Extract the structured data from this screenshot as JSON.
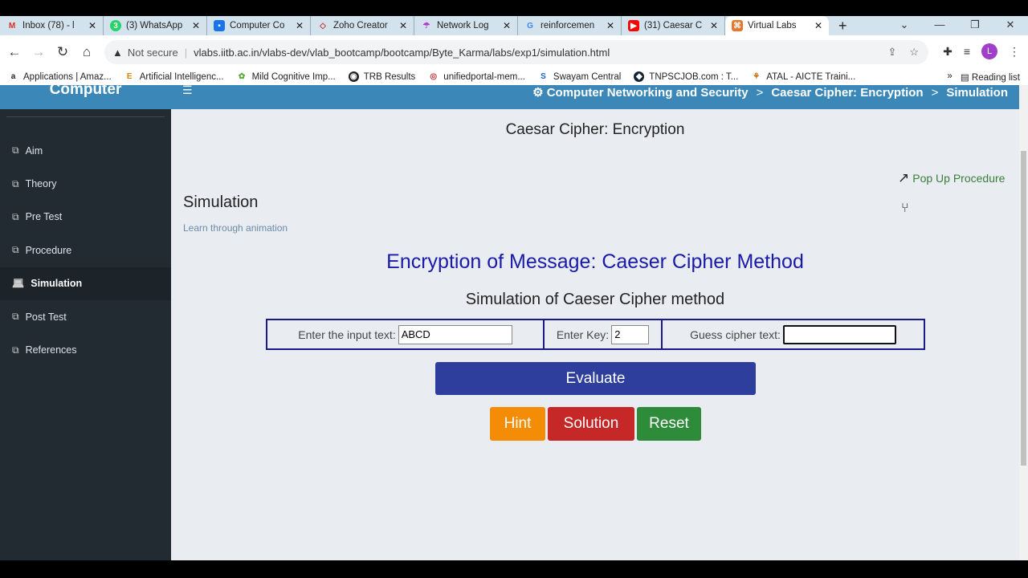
{
  "browser": {
    "tabs": [
      {
        "label": "Inbox (78) - l",
        "icon": "gmail-icon",
        "color": "#ffffff"
      },
      {
        "label": "(3) WhatsApp",
        "icon": "whatsapp-icon",
        "color": "#25d366"
      },
      {
        "label": "Computer Co",
        "icon": "classroom-icon",
        "color": "#1a73e8"
      },
      {
        "label": "Zoho Creator",
        "icon": "zoho-icon",
        "color": "#ffffff"
      },
      {
        "label": "Network Log",
        "icon": "umbrella-icon",
        "color": "#ffffff"
      },
      {
        "label": "reinforcemen",
        "icon": "google-icon",
        "color": "#ffffff"
      },
      {
        "label": "(31) Caesar C",
        "icon": "youtube-icon",
        "color": "#ff0000"
      },
      {
        "label": "Virtual Labs",
        "icon": "vlabs-icon",
        "color": "#e8772e"
      }
    ],
    "new_tab": "+",
    "security": "Not secure",
    "url": "vlabs.iitb.ac.in/vlabs-dev/vlab_bootcamp/bootcamp/Byte_Karma/labs/exp1/simulation.html",
    "avatar_letter": "L",
    "bookmarks": [
      {
        "label": "Applications | Amaz...",
        "icon": "amazon-icon"
      },
      {
        "label": "Artificial Intelligenc...",
        "icon": "e-icon"
      },
      {
        "label": "Mild Cognitive Imp...",
        "icon": "puzzle-icon"
      },
      {
        "label": "TRB Results",
        "icon": "globe-icon"
      },
      {
        "label": "unifiedportal-mem...",
        "icon": "portal-icon"
      },
      {
        "label": "Swayam Central",
        "icon": "swayam-icon"
      },
      {
        "label": "TNPSCJOB.com : T...",
        "icon": "tnpsc-icon"
      },
      {
        "label": "ATAL - AICTE Traini...",
        "icon": "atal-icon"
      }
    ],
    "reading_list": "Reading list"
  },
  "sidebar": {
    "brand": "Computer",
    "items": [
      {
        "label": "Aim",
        "active": false
      },
      {
        "label": "Theory",
        "active": false
      },
      {
        "label": "Pre Test",
        "active": false
      },
      {
        "label": "Procedure",
        "active": false
      },
      {
        "label": "Simulation",
        "active": true
      },
      {
        "label": "Post Test",
        "active": false
      },
      {
        "label": "References",
        "active": false
      }
    ]
  },
  "header": {
    "breadcrumb": [
      "Computer Networking and Security",
      "Caesar Cipher: Encryption",
      "Simulation"
    ],
    "separator": ">"
  },
  "main": {
    "title": "Caesar Cipher: Encryption",
    "popup": "Pop Up Procedure",
    "section": "Simulation",
    "section_sub": "Learn through animation",
    "heading": "Encryption of Message: Caeser Cipher Method",
    "subheading": "Simulation of Caeser Cipher method",
    "form": {
      "input_label": "Enter the input text:",
      "input_value": "ABCD",
      "key_label": "Enter Key:",
      "key_value": "2",
      "guess_label": "Guess cipher text:",
      "guess_value": ""
    },
    "evaluate": "Evaluate",
    "hint": "Hint",
    "solution": "Solution",
    "reset": "Reset"
  },
  "colors": {
    "header": "#3a87b8",
    "sidebar": "#222b32",
    "evaluate": "#2d3e9c",
    "hint": "#f48c06",
    "solution": "#c62828",
    "reset": "#2e8b3a",
    "heading": "#1a1aa8"
  }
}
